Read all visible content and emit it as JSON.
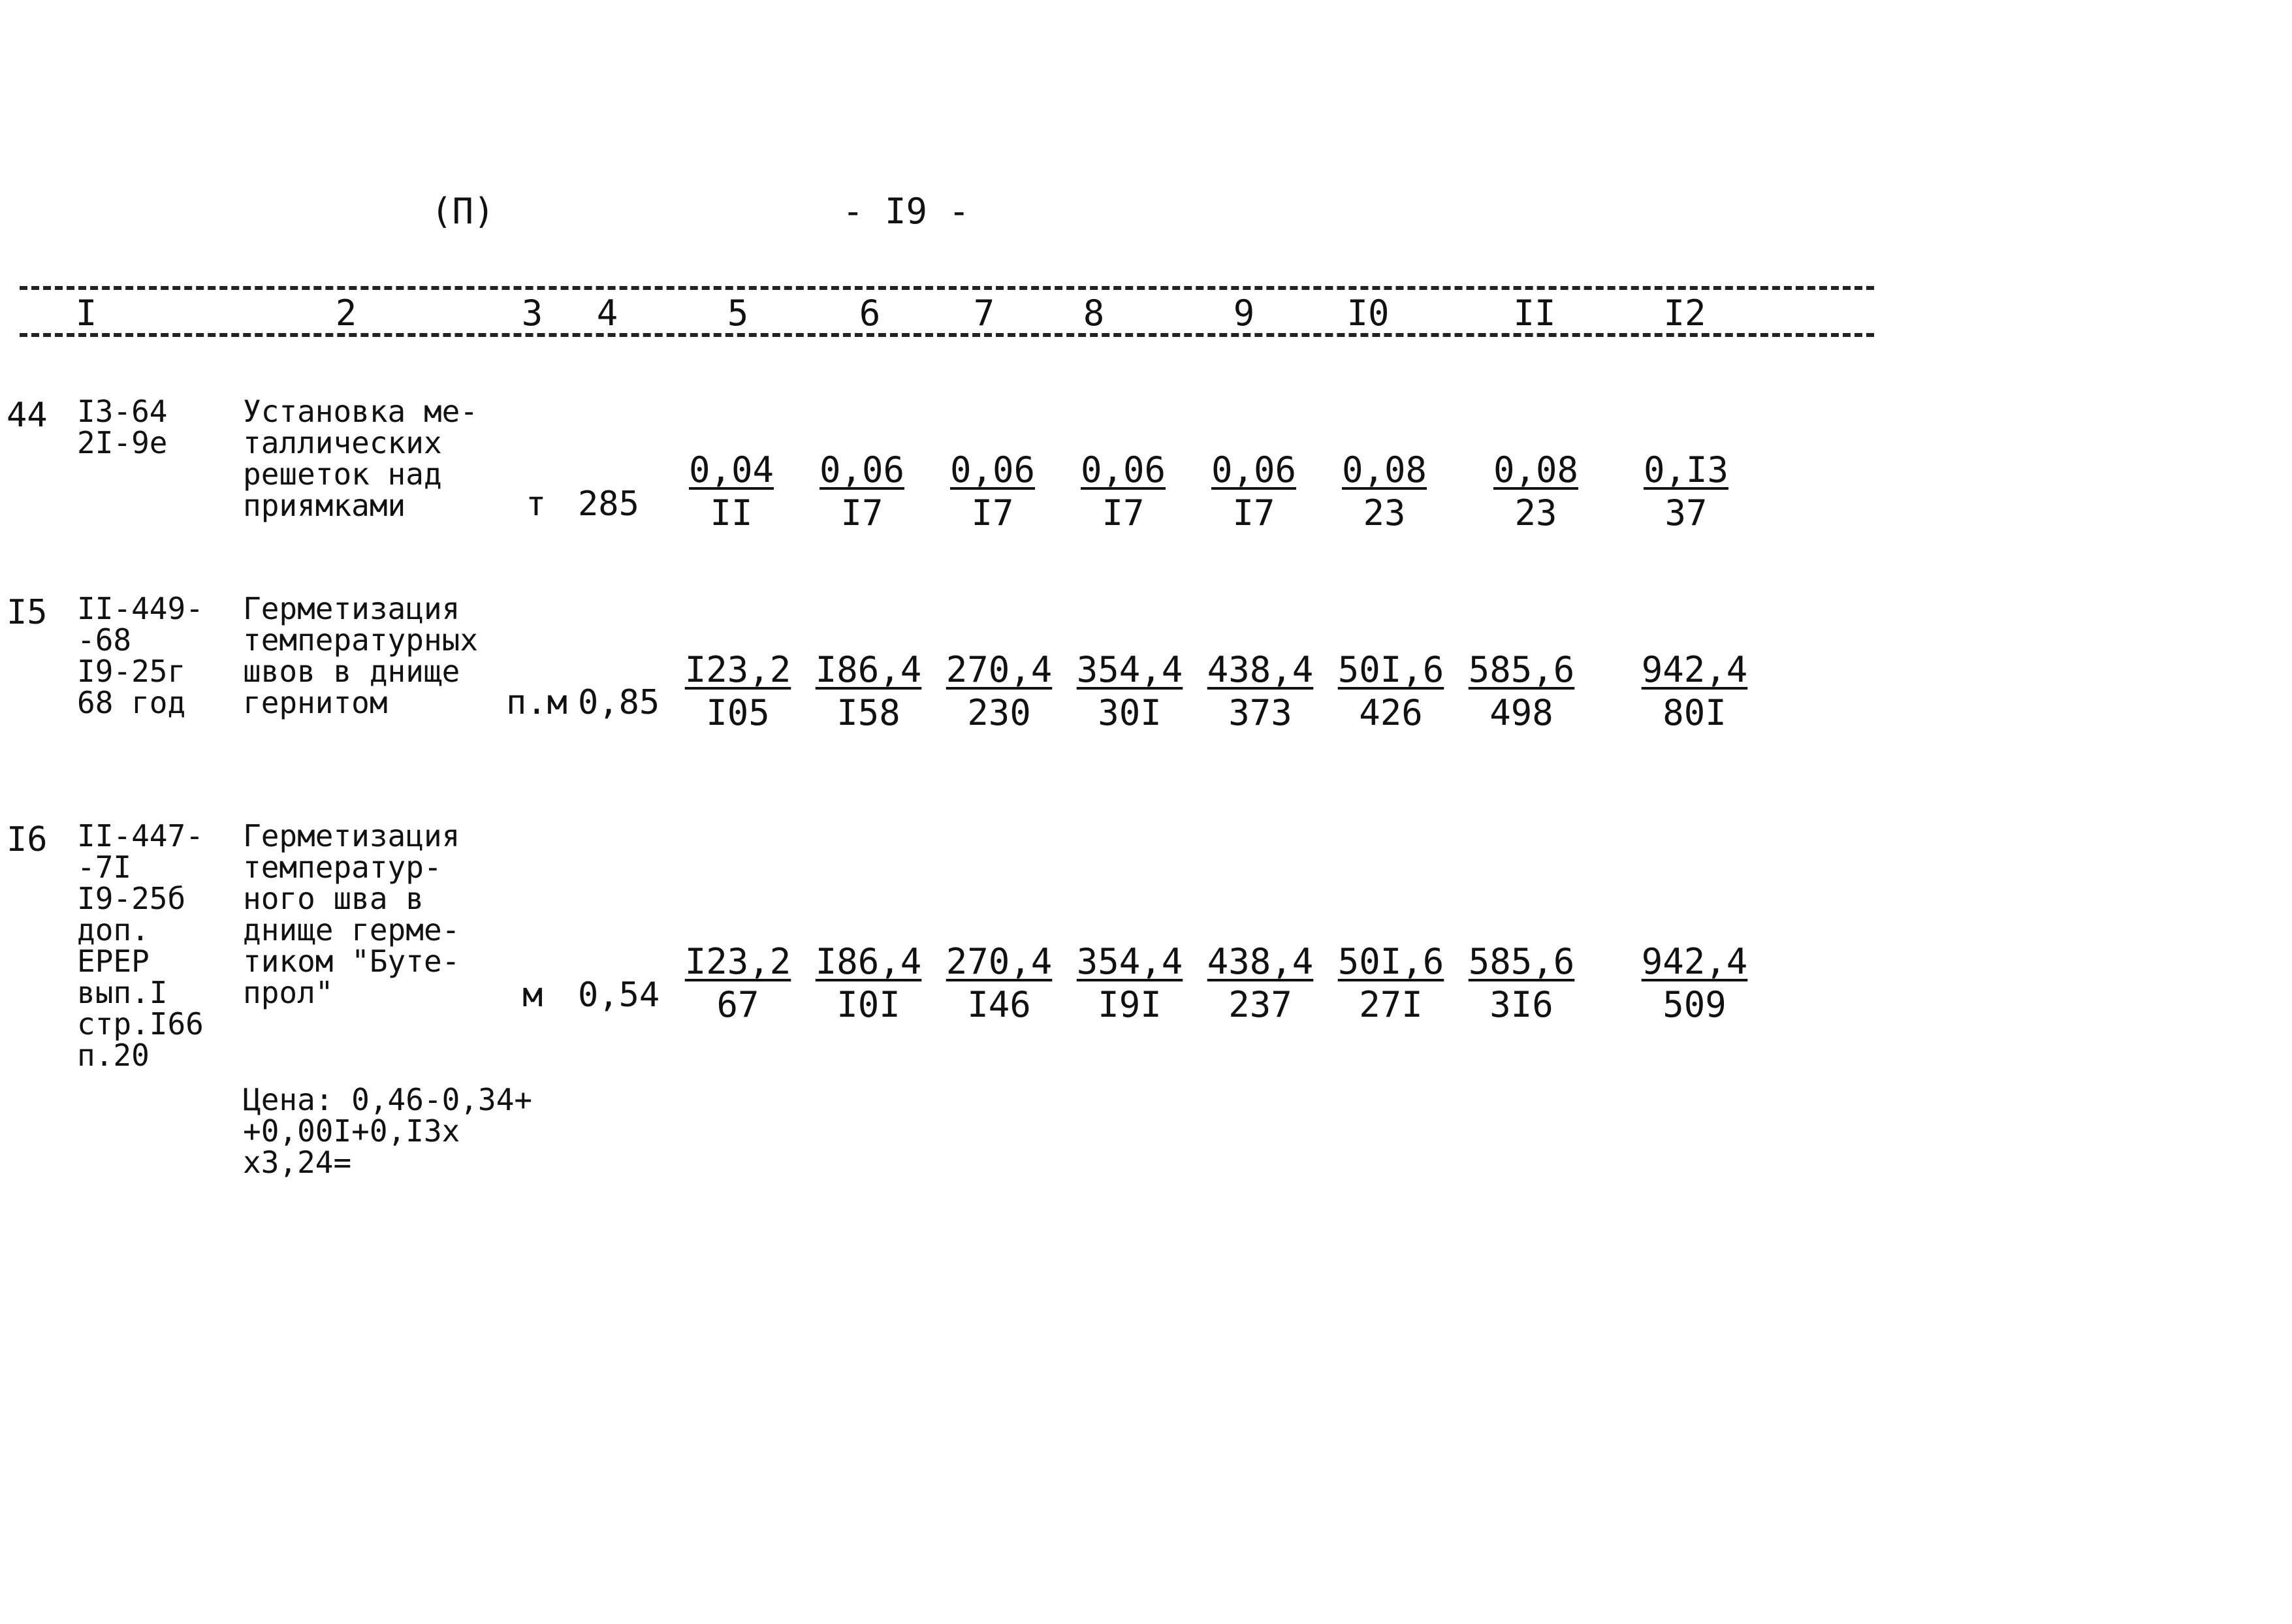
{
  "page": {
    "section_label": "(П)",
    "page_number": "- I9 -"
  },
  "columns": [
    "I",
    "2",
    "3",
    "4",
    "5",
    "6",
    "7",
    "8",
    "9",
    "I0",
    "II",
    "I2"
  ],
  "rows": [
    {
      "num": "44",
      "code": "I3-64\n2I-9е",
      "name": "Установка ме-\nталлических\nрешеток над\nприямками",
      "unit": "т",
      "qty": "285",
      "values": [
        {
          "top": "0,04",
          "bottom": "II"
        },
        {
          "top": "0,06",
          "bottom": "I7"
        },
        {
          "top": "0,06",
          "bottom": "I7"
        },
        {
          "top": "0,06",
          "bottom": "I7"
        },
        {
          "top": "0,06",
          "bottom": "I7"
        },
        {
          "top": "0,08",
          "bottom": "23"
        },
        {
          "top": "0,08",
          "bottom": "23"
        },
        {
          "top": "0,I3",
          "bottom": "37"
        }
      ]
    },
    {
      "num": "I5",
      "code": "II-449-\n-68\nI9-25г\n68 год",
      "name": "Герметизация\nтемпературных\nшвов в днище\nгернитом",
      "unit": "п.м",
      "qty": "0,85",
      "values": [
        {
          "top": "I23,2",
          "bottom": "I05"
        },
        {
          "top": "I86,4",
          "bottom": "I58"
        },
        {
          "top": "270,4",
          "bottom": "230"
        },
        {
          "top": "354,4",
          "bottom": "30I"
        },
        {
          "top": "438,4",
          "bottom": "373"
        },
        {
          "top": "50I,6",
          "bottom": "426"
        },
        {
          "top": "585,6",
          "bottom": "498"
        },
        {
          "top": "942,4",
          "bottom": "80I"
        }
      ]
    },
    {
      "num": "I6",
      "code": "II-447-\n-7I\nI9-25б\nдоп.\nЕРЕР\nвып.I\nстр.I66\nп.20",
      "name": "Герметизация\nтемператур-\nного шва в\nднище герме-\nтиком \"Буте-\nпрол\"",
      "unit": "м",
      "qty": "0,54",
      "values": [
        {
          "top": "I23,2",
          "bottom": "67"
        },
        {
          "top": "I86,4",
          "bottom": "I0I"
        },
        {
          "top": "270,4",
          "bottom": "I46"
        },
        {
          "top": "354,4",
          "bottom": "I9I"
        },
        {
          "top": "438,4",
          "bottom": "237"
        },
        {
          "top": "50I,6",
          "bottom": "27I"
        },
        {
          "top": "585,6",
          "bottom": "3I6"
        },
        {
          "top": "942,4",
          "bottom": "509"
        }
      ],
      "note": "Цена: 0,46-0,34+\n+0,00I+0,I3х\nх3,24="
    }
  ]
}
